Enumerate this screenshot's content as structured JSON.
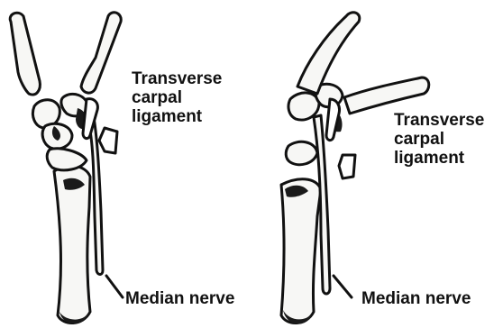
{
  "figures": [
    {
      "id": "left",
      "labels": {
        "transverse_carpal_ligament": "Transverse\ncarpal\nligament",
        "median_nerve": "Median nerve"
      }
    },
    {
      "id": "right",
      "labels": {
        "transverse_carpal_ligament": "Transverse\ncarpal\nligament",
        "median_nerve": "Median nerve"
      }
    }
  ],
  "colors": {
    "ink": "#111111",
    "paper": "#ffffff",
    "bone_fill": "#f7f7f5",
    "shadow": "#1a1a1a"
  }
}
